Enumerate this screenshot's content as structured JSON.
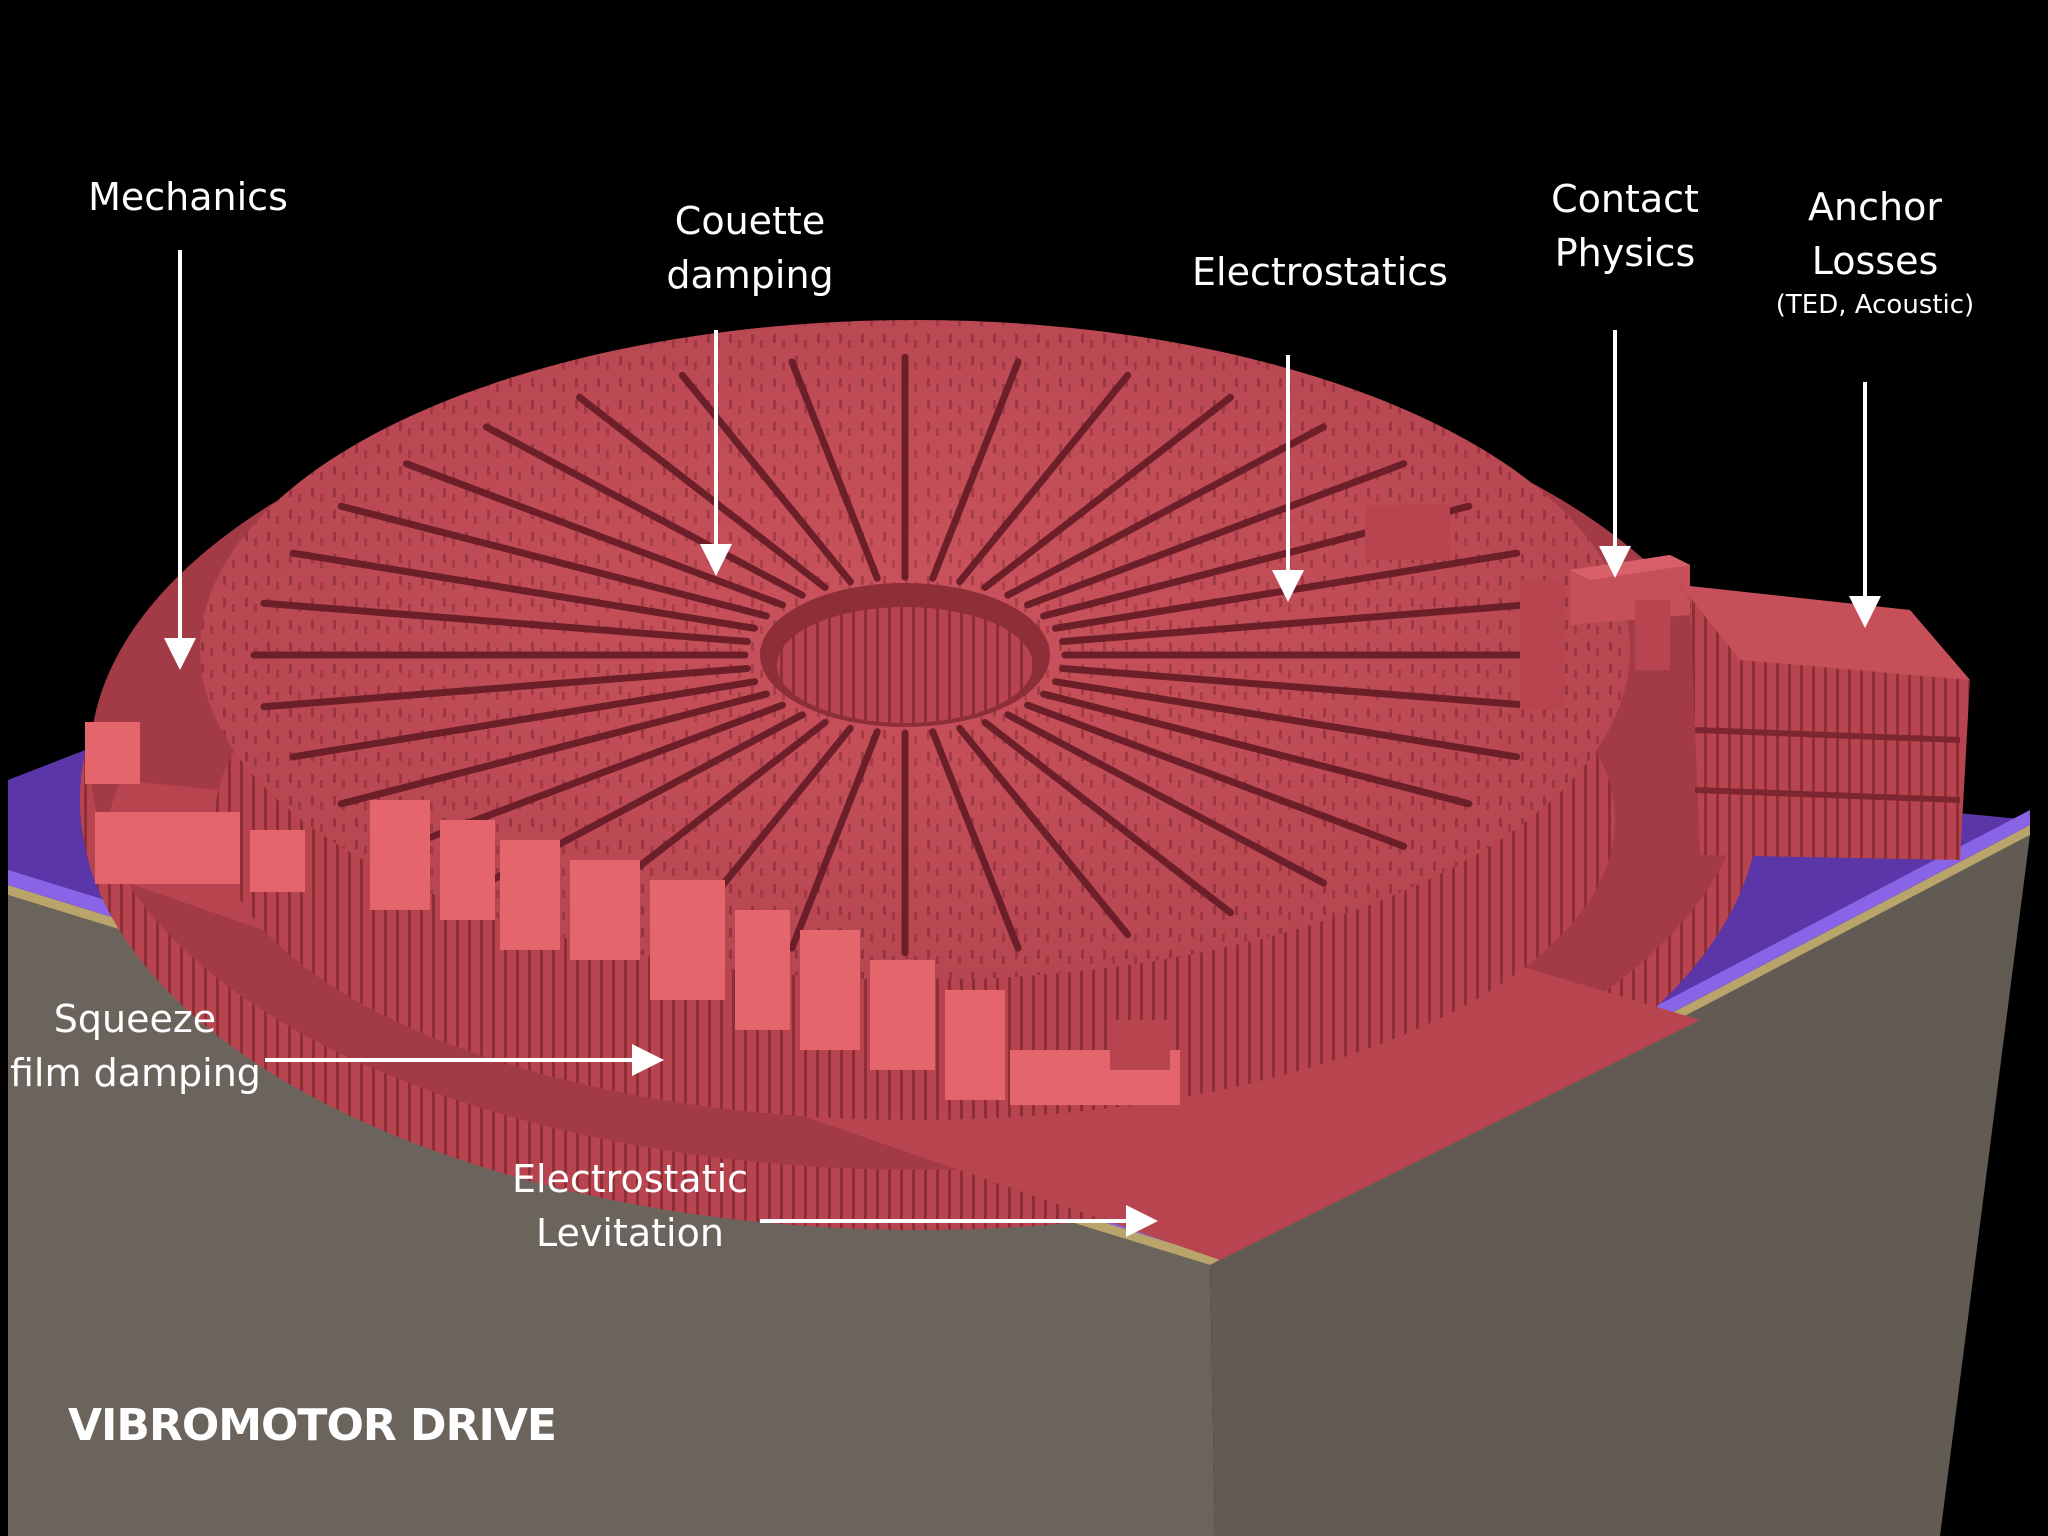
{
  "title": "VIBROMOTOR DRIVE",
  "labels": {
    "mechanics": [
      "Mechanics"
    ],
    "couette": [
      "Couette",
      "damping"
    ],
    "electrostatics": [
      "Electrostatics"
    ],
    "contact": [
      "Contact",
      "Physics"
    ],
    "anchor": [
      "Anchor",
      "Losses"
    ],
    "anchor_sub": "(TED, Acoustic)",
    "squeeze": [
      "Squeeze",
      "film damping"
    ],
    "levitation": [
      "Electrostatic",
      "Levitation"
    ]
  },
  "colors": {
    "background": "#000000",
    "device": "#c5505a",
    "device_light": "#e4656b",
    "device_dark": "#8e2e37",
    "substrate_top": "#5b36a8",
    "substrate_edge": "#8a64e6",
    "substrate_side": "#6b645d",
    "gold_strip": "#b9a56c",
    "arrow": "#ffffff",
    "text": "#ffffff"
  }
}
